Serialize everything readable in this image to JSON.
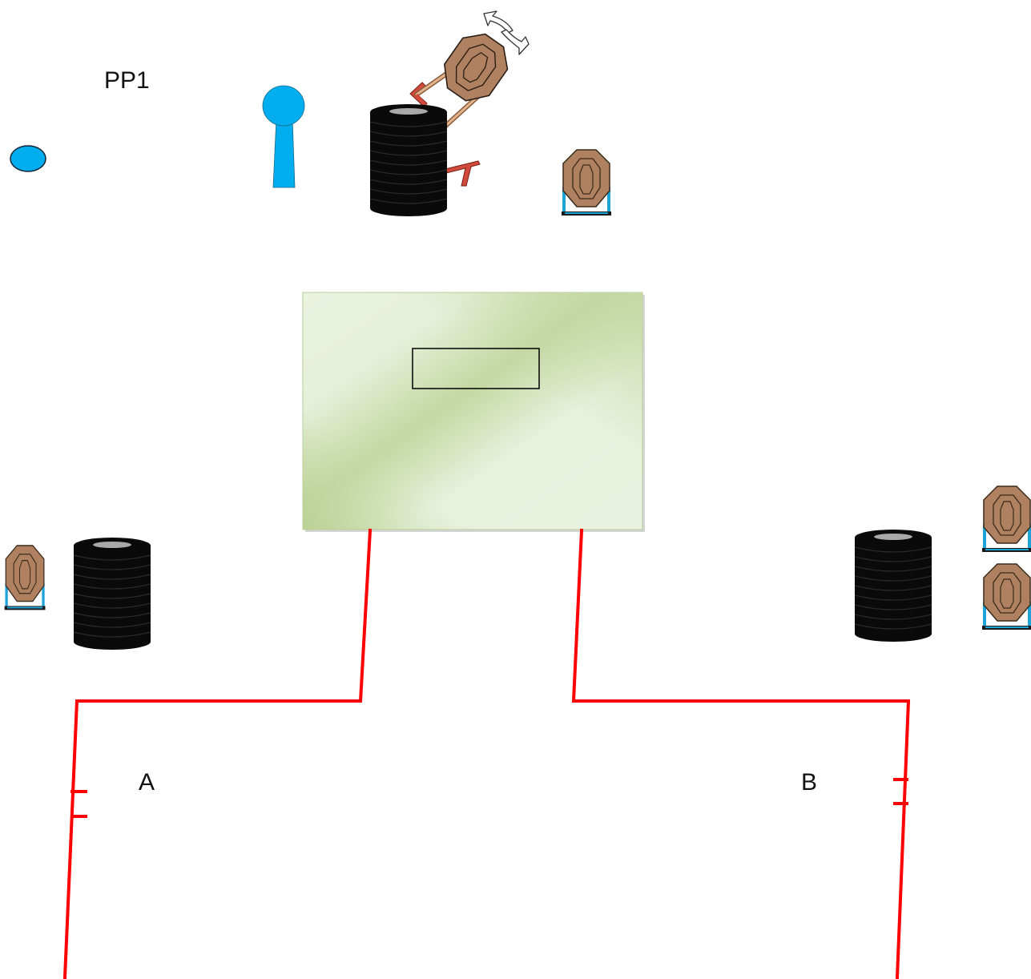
{
  "labels": {
    "start_position": "PP1",
    "area_a": "A",
    "area_b": "B"
  },
  "colors": {
    "fault_line": "#ff0000",
    "no_shoot": "#00aeef",
    "target_fill": "#b08160",
    "target_stroke": "#3a2a1c",
    "target_stand": "#1ea3d8",
    "tire": "#0a0a0a",
    "tire_top": "#a9a9a9",
    "swinger_arm": "#d4a27a",
    "swinger_base": "#d04b3c",
    "wall_light": "#eaf3df",
    "wall_dark": "#c3d8a3"
  },
  "icons": {
    "shooting_position": "pp1-marker",
    "no_shoot_popper": "blue-popper",
    "swinger": "swinging-target",
    "rotate_indicator": "rotate-arrows",
    "barrel_stack": "tire-stack",
    "paper_target": "ipsc-target"
  }
}
